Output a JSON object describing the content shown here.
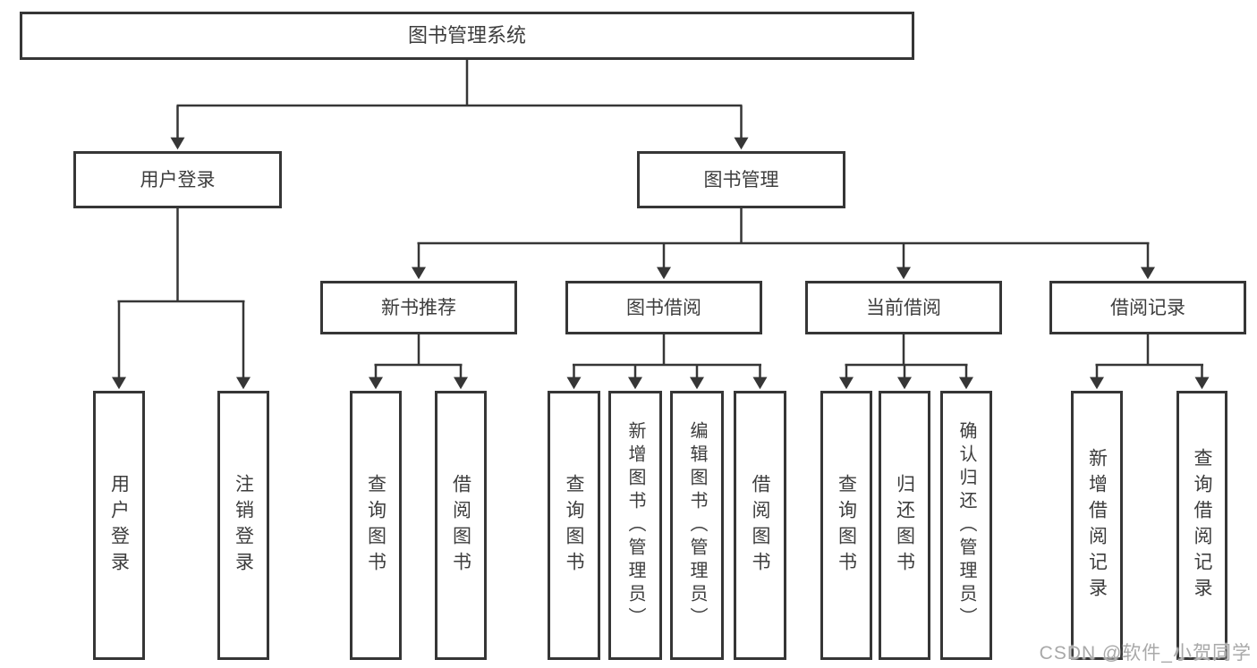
{
  "diagram": {
    "root": {
      "label": "图书管理系统"
    },
    "branches": [
      {
        "label": "用户登录",
        "children": [
          {
            "label": "用户登录"
          },
          {
            "label": "注销登录"
          }
        ]
      },
      {
        "label": "图书管理",
        "children": [
          {
            "label": "新书推荐",
            "children": [
              {
                "label": "查询图书"
              },
              {
                "label": "借阅图书"
              }
            ]
          },
          {
            "label": "图书借阅",
            "children": [
              {
                "label": "查询图书"
              },
              {
                "label": "新增图书（管理员）"
              },
              {
                "label": "编辑图书（管理员）"
              },
              {
                "label": "借阅图书"
              }
            ]
          },
          {
            "label": "当前借阅",
            "children": [
              {
                "label": "查询图书"
              },
              {
                "label": "归还图书"
              },
              {
                "label": "确认归还（管理员）"
              }
            ]
          },
          {
            "label": "借阅记录",
            "children": [
              {
                "label": "新增借阅记录"
              },
              {
                "label": "查询借阅记录"
              }
            ]
          }
        ]
      }
    ],
    "watermark": "CSDN @软件_小贺同学",
    "colors": {
      "line": "#363636",
      "text": "#3d3d3d",
      "watermark": "#a9a9a9",
      "background": "#ffffff"
    }
  }
}
